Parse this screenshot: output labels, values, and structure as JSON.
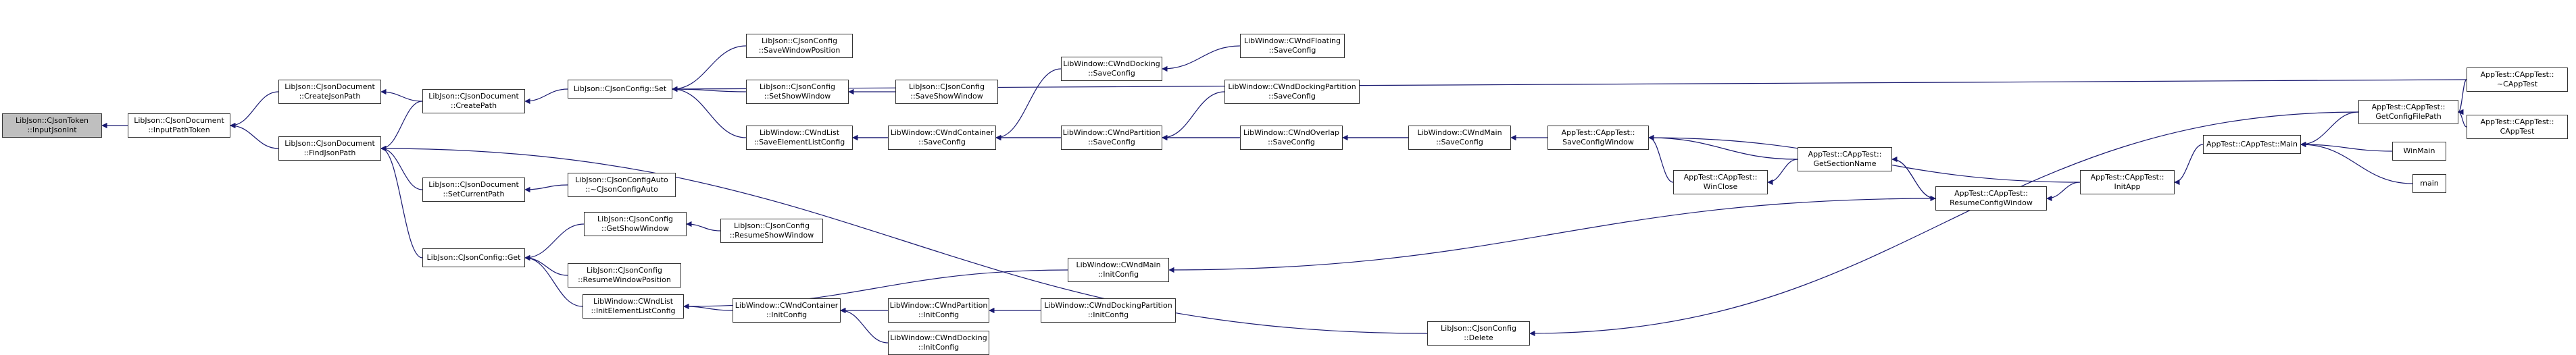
{
  "graph": {
    "nodes": [
      {
        "id": "inputjsonint",
        "lines": [
          "LibJson::CJsonToken",
          "::InputJsonInt"
        ],
        "root": true
      },
      {
        "id": "inputpathtoken",
        "lines": [
          "LibJson::CJsonDocument",
          "::InputPathToken"
        ]
      },
      {
        "id": "createjsonpath",
        "lines": [
          "LibJson::CJsonDocument",
          "::CreateJsonPath"
        ]
      },
      {
        "id": "findjsonpath",
        "lines": [
          "LibJson::CJsonDocument",
          "::FindJsonPath"
        ]
      },
      {
        "id": "createpath",
        "lines": [
          "LibJson::CJsonDocument",
          "::CreatePath"
        ]
      },
      {
        "id": "setcurrentpath",
        "lines": [
          "LibJson::CJsonDocument",
          "::SetCurrentPath"
        ]
      },
      {
        "id": "jsonconfigset",
        "lines": [
          "LibJson::CJsonConfig::Set"
        ]
      },
      {
        "id": "jsonconfigget",
        "lines": [
          "LibJson::CJsonConfig::Get"
        ]
      },
      {
        "id": "savewindowposition",
        "lines": [
          "LibJson::CJsonConfig",
          "::SaveWindowPosition"
        ]
      },
      {
        "id": "setshowwindow",
        "lines": [
          "LibJson::CJsonConfig",
          "::SetShowWindow"
        ]
      },
      {
        "id": "saveshowwindow",
        "lines": [
          "LibJson::CJsonConfig",
          "::SaveShowWindow"
        ]
      },
      {
        "id": "saveelementlistconfig",
        "lines": [
          "LibWindow::CWndList",
          "::SaveElementListConfig"
        ]
      },
      {
        "id": "jsonconfigauto",
        "lines": [
          "LibJson::CJsonConfigAuto",
          "::~CJsonConfigAuto"
        ]
      },
      {
        "id": "getshowwindow",
        "lines": [
          "LibJson::CJsonConfig",
          "::GetShowWindow"
        ]
      },
      {
        "id": "resumeshowwindow",
        "lines": [
          "LibJson::CJsonConfig",
          "::ResumeShowWindow"
        ]
      },
      {
        "id": "resumewindowposition",
        "lines": [
          "LibJson::CJsonConfig",
          "::ResumeWindowPosition"
        ]
      },
      {
        "id": "initelementlistconfig",
        "lines": [
          "LibWindow::CWndList",
          "::InitElementListConfig"
        ]
      },
      {
        "id": "docking_saveconfig",
        "lines": [
          "LibWindow::CWndDocking",
          "::SaveConfig"
        ]
      },
      {
        "id": "floating_saveconfig",
        "lines": [
          "LibWindow::CWndFloating",
          "::SaveConfig"
        ]
      },
      {
        "id": "container_saveconfig",
        "lines": [
          "LibWindow::CWndContainer",
          "::SaveConfig"
        ]
      },
      {
        "id": "partition_saveconfig",
        "lines": [
          "LibWindow::CWndPartition",
          "::SaveConfig"
        ]
      },
      {
        "id": "dockingpartition_saveconfig",
        "lines": [
          "LibWindow::CWndDockingPartition",
          "::SaveConfig"
        ]
      },
      {
        "id": "overlap_saveconfig",
        "lines": [
          "LibWindow::CWndOverlap",
          "::SaveConfig"
        ]
      },
      {
        "id": "main_saveconfig",
        "lines": [
          "LibWindow::CWndMain",
          "::SaveConfig"
        ]
      },
      {
        "id": "main_initconfig",
        "lines": [
          "LibWindow::CWndMain",
          "::InitConfig"
        ]
      },
      {
        "id": "container_initconfig",
        "lines": [
          "LibWindow::CWndContainer",
          "::InitConfig"
        ]
      },
      {
        "id": "partition_initconfig",
        "lines": [
          "LibWindow::CWndPartition",
          "::InitConfig"
        ]
      },
      {
        "id": "dockingpartition_initconfig",
        "lines": [
          "LibWindow::CWndDockingPartition",
          "::InitConfig"
        ]
      },
      {
        "id": "docking_initconfig",
        "lines": [
          "LibWindow::CWndDocking",
          "::InitConfig"
        ]
      },
      {
        "id": "jsonconfigdelete",
        "lines": [
          "LibJson::CJsonConfig",
          "::Delete"
        ]
      },
      {
        "id": "saveconfigwindow",
        "lines": [
          "AppTest::CAppTest::",
          "SaveConfigWindow"
        ]
      },
      {
        "id": "winclose",
        "lines": [
          "AppTest::CAppTest::",
          "WinClose"
        ]
      },
      {
        "id": "getsectionname",
        "lines": [
          "AppTest::CAppTest::",
          "GetSectionName"
        ]
      },
      {
        "id": "resumeconfigwindow",
        "lines": [
          "AppTest::CAppTest::",
          "ResumeConfigWindow"
        ]
      },
      {
        "id": "initapp",
        "lines": [
          "AppTest::CAppTest::",
          "InitApp"
        ]
      },
      {
        "id": "apptestmain",
        "lines": [
          "AppTest::CAppTest::Main"
        ]
      },
      {
        "id": "getconfigfilepath",
        "lines": [
          "AppTest::CAppTest::",
          "GetConfigFilePath"
        ]
      },
      {
        "id": "destructor",
        "lines": [
          "AppTest::CAppTest::",
          "~CAppTest"
        ]
      },
      {
        "id": "constructor",
        "lines": [
          "AppTest::CAppTest::",
          "CAppTest"
        ]
      },
      {
        "id": "winmain",
        "lines": [
          "WinMain"
        ]
      },
      {
        "id": "main",
        "lines": [
          "main"
        ]
      }
    ],
    "edges": [
      [
        "inputpathtoken",
        "inputjsonint"
      ],
      [
        "createjsonpath",
        "inputpathtoken"
      ],
      [
        "findjsonpath",
        "inputpathtoken"
      ],
      [
        "createpath",
        "createjsonpath"
      ],
      [
        "createpath",
        "findjsonpath"
      ],
      [
        "setcurrentpath",
        "findjsonpath"
      ],
      [
        "jsonconfigget",
        "findjsonpath"
      ],
      [
        "jsonconfigdelete",
        "findjsonpath"
      ],
      [
        "jsonconfigset",
        "createpath"
      ],
      [
        "jsonconfigauto",
        "setcurrentpath"
      ],
      [
        "savewindowposition",
        "jsonconfigset"
      ],
      [
        "setshowwindow",
        "jsonconfigset"
      ],
      [
        "saveelementlistconfig",
        "jsonconfigset"
      ],
      [
        "destructor",
        "jsonconfigset"
      ],
      [
        "saveshowwindow",
        "setshowwindow"
      ],
      [
        "getshowwindow",
        "jsonconfigget"
      ],
      [
        "resumewindowposition",
        "jsonconfigget"
      ],
      [
        "initelementlistconfig",
        "jsonconfigget"
      ],
      [
        "resumeshowwindow",
        "getshowwindow"
      ],
      [
        "container_saveconfig",
        "saveelementlistconfig"
      ],
      [
        "main_saveconfig",
        "saveelementlistconfig"
      ],
      [
        "docking_saveconfig",
        "container_saveconfig"
      ],
      [
        "partition_saveconfig",
        "container_saveconfig"
      ],
      [
        "floating_saveconfig",
        "docking_saveconfig"
      ],
      [
        "dockingpartition_saveconfig",
        "partition_saveconfig"
      ],
      [
        "overlap_saveconfig",
        "partition_saveconfig"
      ],
      [
        "main_saveconfig",
        "overlap_saveconfig"
      ],
      [
        "saveconfigwindow",
        "main_saveconfig"
      ],
      [
        "main_initconfig",
        "initelementlistconfig"
      ],
      [
        "container_initconfig",
        "initelementlistconfig"
      ],
      [
        "partition_initconfig",
        "container_initconfig"
      ],
      [
        "docking_initconfig",
        "container_initconfig"
      ],
      [
        "dockingpartition_initconfig",
        "partition_initconfig"
      ],
      [
        "resumeconfigwindow",
        "main_initconfig"
      ],
      [
        "getconfigfilepath",
        "jsonconfigdelete"
      ],
      [
        "getsectionname",
        "saveconfigwindow"
      ],
      [
        "winclose",
        "saveconfigwindow"
      ],
      [
        "getsectionname",
        "winclose"
      ],
      [
        "initapp",
        "saveconfigwindow"
      ],
      [
        "resumeconfigwindow",
        "getsectionname"
      ],
      [
        "getsectionname",
        "resumeconfigwindow"
      ],
      [
        "initapp",
        "resumeconfigwindow"
      ],
      [
        "apptestmain",
        "initapp"
      ],
      [
        "getconfigfilepath",
        "apptestmain"
      ],
      [
        "winmain",
        "apptestmain"
      ],
      [
        "main",
        "apptestmain"
      ],
      [
        "destructor",
        "getconfigfilepath"
      ],
      [
        "constructor",
        "getconfigfilepath"
      ]
    ]
  }
}
